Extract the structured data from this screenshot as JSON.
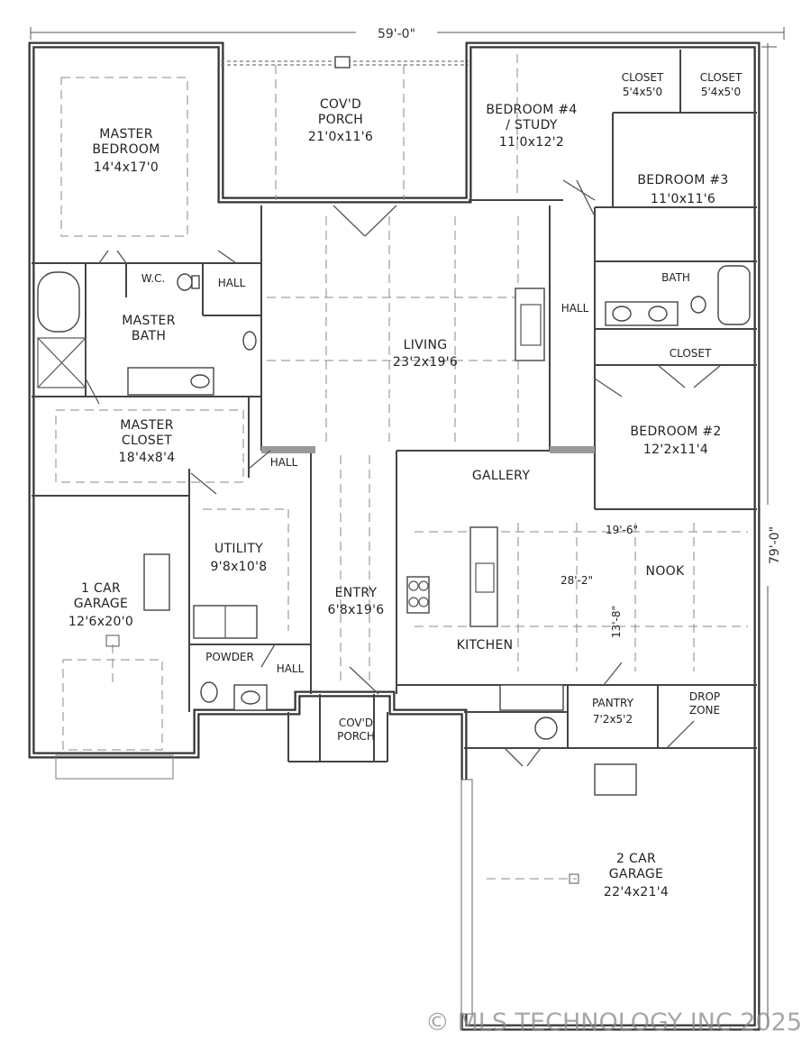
{
  "plan": {
    "overall_width": "59'-0\"",
    "overall_depth": "79'-0\"",
    "watermark": "© MLS TECHNOLOGY INC 2025"
  },
  "rooms": {
    "master_bedroom": {
      "name1": "MASTER",
      "name2": "BEDROOM",
      "size": "14'4x17'0"
    },
    "covd_porch": {
      "name1": "COV'D",
      "name2": "PORCH",
      "size": "21'0x11'6"
    },
    "bedroom4": {
      "name1": "BEDROOM #4",
      "name2": "/ STUDY",
      "size": "11'0x12'2"
    },
    "closet_a": {
      "name": "CLOSET",
      "size": "5'4x5'0"
    },
    "closet_b": {
      "name": "CLOSET",
      "size": "5'4x5'0"
    },
    "bedroom3": {
      "name": "BEDROOM #3",
      "size": "11'0x11'6"
    },
    "wc": {
      "name": "W.C."
    },
    "hall_master": {
      "name": "HALL"
    },
    "master_bath": {
      "name1": "MASTER",
      "name2": "BATH"
    },
    "living": {
      "name": "LIVING",
      "size": "23'2x19'6"
    },
    "hall_east": {
      "name": "HALL"
    },
    "bath": {
      "name": "BATH"
    },
    "closet_c": {
      "name": "CLOSET"
    },
    "master_closet": {
      "name1": "MASTER",
      "name2": "CLOSET",
      "size": "18'4x8'4"
    },
    "bedroom2": {
      "name": "BEDROOM #2",
      "size": "12'2x11'4"
    },
    "hall_util": {
      "name": "HALL"
    },
    "gallery": {
      "name": "GALLERY"
    },
    "utility": {
      "name": "UTILITY",
      "size": "9'8x10'8"
    },
    "garage1": {
      "name1": "1 CAR",
      "name2": "GARAGE",
      "size": "12'6x20'0"
    },
    "entry": {
      "name": "ENTRY",
      "size": "6'8x19'6"
    },
    "nook": {
      "name": "NOOK"
    },
    "kitchen": {
      "name": "KITCHEN"
    },
    "powder": {
      "name": "POWDER"
    },
    "hall_powder": {
      "name": "HALL"
    },
    "front_porch": {
      "name1": "COV'D",
      "name2": "PORCH"
    },
    "pantry": {
      "name": "PANTRY",
      "size": "7'2x5'2"
    },
    "drop_zone": {
      "name1": "DROP",
      "name2": "ZONE"
    },
    "garage2": {
      "name1": "2 CAR",
      "name2": "GARAGE",
      "size": "22'4x21'4"
    }
  },
  "dimensions": {
    "kitchen_a": "19'-6\"",
    "kitchen_b": "28'-2\"",
    "kitchen_c": "13'-8\""
  }
}
